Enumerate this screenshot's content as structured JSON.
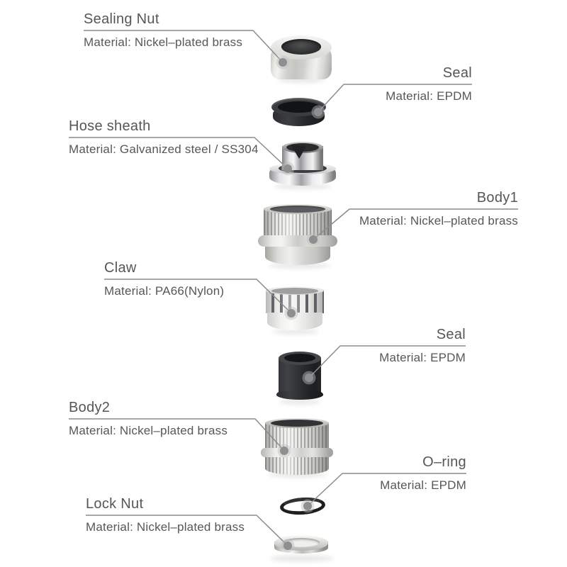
{
  "diagram": {
    "parts": [
      {
        "name": "Sealing Nut",
        "material": "Material: Nickel–plated brass",
        "side": "left"
      },
      {
        "name": "Seal",
        "material": "Material: EPDM",
        "side": "right"
      },
      {
        "name": "Hose sheath",
        "material": "Material: Galvanized steel / SS304",
        "side": "left"
      },
      {
        "name": "Body1",
        "material": "Material: Nickel–plated brass",
        "side": "right"
      },
      {
        "name": "Claw",
        "material": "Material: PA66(Nylon)",
        "side": "left"
      },
      {
        "name": "Seal",
        "material": "Material: EPDM",
        "side": "right"
      },
      {
        "name": "Body2",
        "material": "Material: Nickel–plated brass",
        "side": "left"
      },
      {
        "name": "O–ring",
        "material": "Material: EPDM",
        "side": "right"
      },
      {
        "name": "Lock Nut",
        "material": "Material: Nickel–plated brass",
        "side": "left"
      }
    ],
    "colors": {
      "background": "#ffffff",
      "text": "#56575a",
      "leader_line": "#8c8c8c",
      "leader_dot": "#8e8f91",
      "metal_light": "#efefed",
      "metal_dark": "#a8a8a4",
      "rubber_black": "#1d1e20",
      "nylon_white": "#f1f1ef"
    }
  }
}
